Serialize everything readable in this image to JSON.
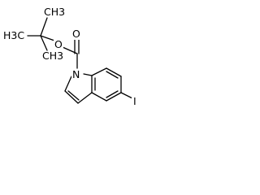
{
  "molecule": {
    "atoms": {
      "o_ester": "O",
      "o_carbonyl": "O",
      "n_indole": "N",
      "iodine": "I",
      "methyl_top": "CH3",
      "methyl_left": "H3C",
      "methyl_bottom": "CH3"
    }
  }
}
